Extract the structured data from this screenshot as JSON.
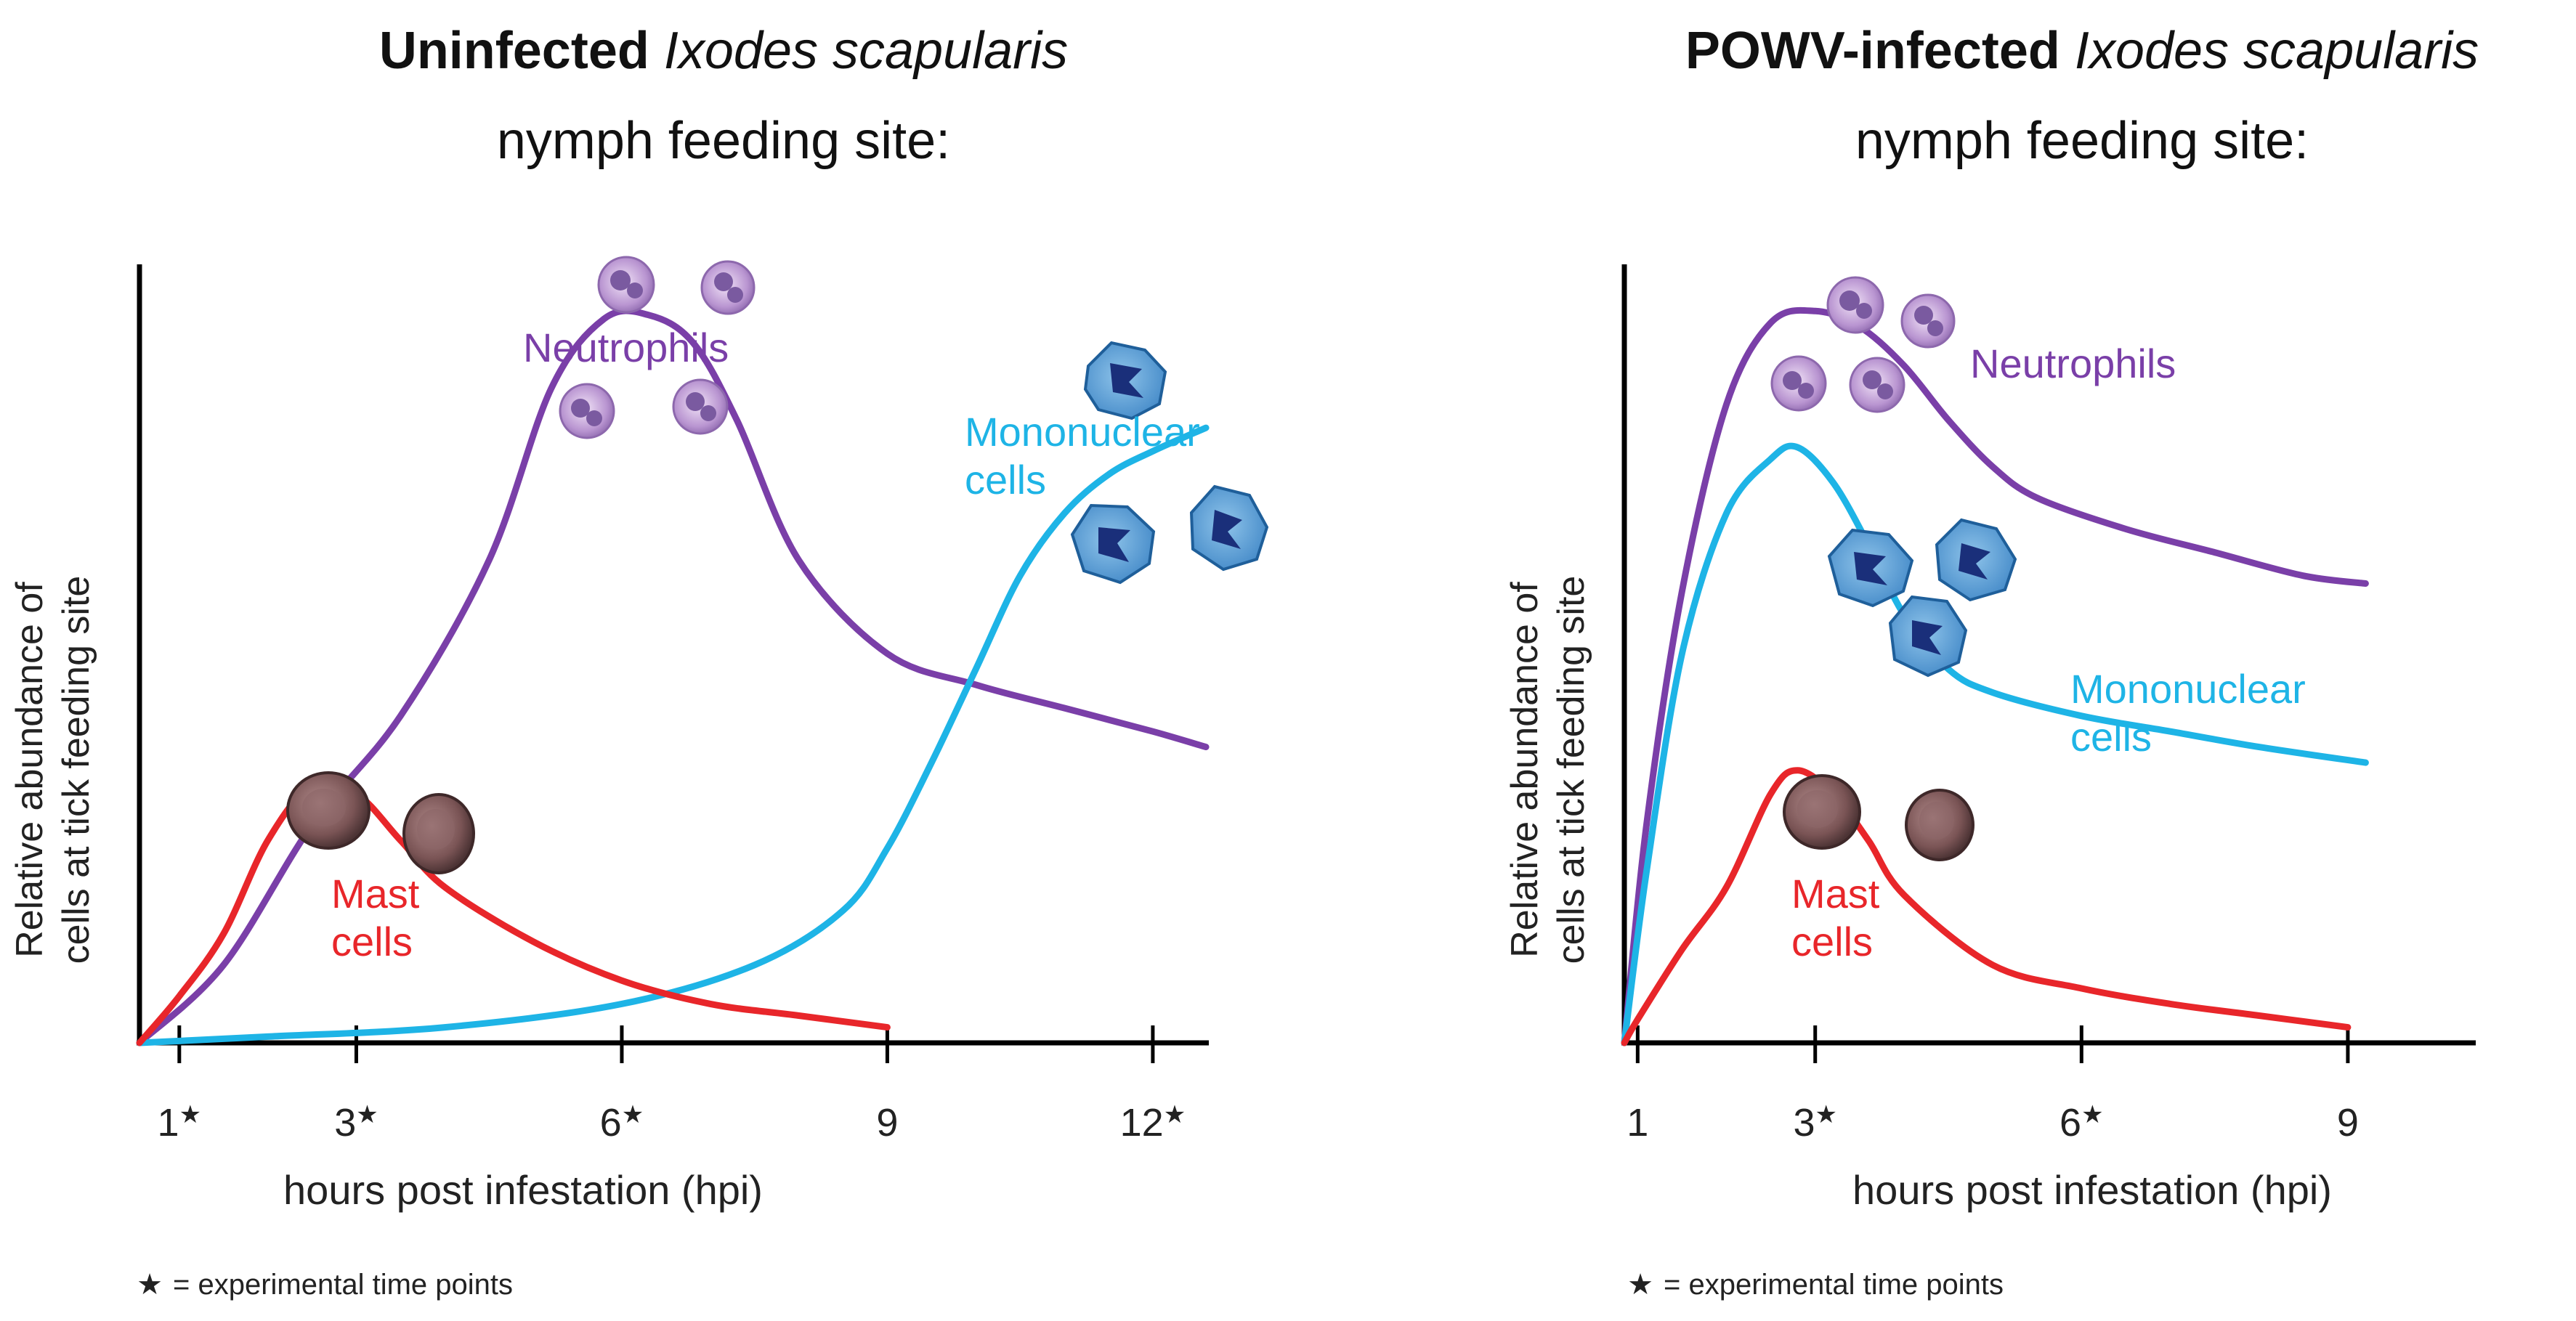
{
  "figure": {
    "footnote": "= experimental time points",
    "star_symbol": "★"
  },
  "chart_data": [
    {
      "type": "line",
      "title_bold": "Uninfected",
      "title_italic": "Ixodes scapularis",
      "subtitle": "nymph feeding site:",
      "ylabel_line1": "Relative abundance of",
      "ylabel_line2": "cells at tick feeding site",
      "xlabel": "hours post infestation (hpi)",
      "xlim": [
        0.55,
        12.6
      ],
      "ylim": [
        0,
        1
      ],
      "ticks": [
        {
          "value": 1,
          "label": "1",
          "star": true
        },
        {
          "value": 3,
          "label": "3",
          "star": true
        },
        {
          "value": 6,
          "label": "6",
          "star": true
        },
        {
          "value": 9,
          "label": "9",
          "star": false
        },
        {
          "value": 12,
          "label": "12",
          "star": true
        }
      ],
      "series": [
        {
          "name": "Neutrophils",
          "color": "#7a3fa8",
          "x": [
            0.55,
            1.5,
            2.5,
            3.5,
            4.5,
            5.2,
            5.8,
            6.3,
            6.8,
            7.3,
            8.0,
            9.0,
            10.0,
            11.0,
            12.0,
            12.6
          ],
          "y": [
            0.0,
            0.1,
            0.28,
            0.42,
            0.62,
            0.84,
            0.93,
            0.935,
            0.9,
            0.8,
            0.62,
            0.5,
            0.46,
            0.43,
            0.4,
            0.38
          ]
        },
        {
          "name": "Mononuclear cells",
          "color": "#1eb4e6",
          "x": [
            0.55,
            2.0,
            4.0,
            6.0,
            7.5,
            8.5,
            9.0,
            9.5,
            10.0,
            10.5,
            11.0,
            11.5,
            12.0,
            12.6
          ],
          "y": [
            0.0,
            0.008,
            0.02,
            0.05,
            0.1,
            0.17,
            0.25,
            0.36,
            0.48,
            0.6,
            0.68,
            0.73,
            0.76,
            0.79
          ]
        },
        {
          "name": "Mast cells",
          "color": "#e8262a",
          "x": [
            0.55,
            1.0,
            1.5,
            2.0,
            2.5,
            3.0,
            3.5,
            4.0,
            5.0,
            6.0,
            7.0,
            8.0,
            9.0
          ],
          "y": [
            0.0,
            0.06,
            0.14,
            0.26,
            0.33,
            0.32,
            0.26,
            0.2,
            0.13,
            0.08,
            0.05,
            0.035,
            0.02
          ]
        }
      ],
      "labels": [
        {
          "series": 0,
          "lines": [
            "Neutrophils"
          ]
        },
        {
          "series": 1,
          "lines": [
            "Mononuclear",
            "cells"
          ]
        },
        {
          "series": 2,
          "lines": [
            "Mast",
            "cells"
          ]
        }
      ]
    },
    {
      "type": "line",
      "title_bold": "POWV-infected",
      "title_italic": "Ixodes scapularis",
      "subtitle": "nymph feeding site:",
      "ylabel_line1": "Relative abundance of",
      "ylabel_line2": "cells at tick feeding site",
      "xlabel": "hours post infestation (hpi)",
      "xlim": [
        0.85,
        9.95
      ],
      "ylim": [
        0,
        1
      ],
      "ticks": [
        {
          "value": 1,
          "label": "1",
          "star": false
        },
        {
          "value": 3,
          "label": "3",
          "star": true
        },
        {
          "value": 6,
          "label": "6",
          "star": true
        },
        {
          "value": 9,
          "label": "9",
          "star": false
        }
      ],
      "series": [
        {
          "name": "Neutrophils",
          "color": "#7a3fa8",
          "x": [
            0.85,
            1.1,
            1.5,
            2.0,
            2.5,
            3.0,
            3.5,
            4.0,
            4.5,
            5.0,
            5.5,
            6.5,
            7.5,
            8.5,
            9.2
          ],
          "y": [
            0.0,
            0.28,
            0.58,
            0.82,
            0.925,
            0.94,
            0.92,
            0.87,
            0.8,
            0.74,
            0.7,
            0.66,
            0.63,
            0.6,
            0.59
          ]
        },
        {
          "name": "Mononuclear cells",
          "color": "#1eb4e6",
          "x": [
            0.85,
            1.1,
            1.5,
            2.0,
            2.5,
            2.8,
            3.2,
            3.6,
            4.0,
            4.5,
            5.0,
            6.0,
            7.0,
            8.0,
            9.2
          ],
          "y": [
            0.0,
            0.22,
            0.5,
            0.68,
            0.75,
            0.765,
            0.72,
            0.64,
            0.55,
            0.48,
            0.45,
            0.42,
            0.4,
            0.38,
            0.36
          ]
        },
        {
          "name": "Mast cells",
          "color": "#e8262a",
          "x": [
            0.85,
            1.0,
            1.5,
            2.0,
            2.5,
            2.8,
            3.2,
            3.6,
            4.0,
            5.0,
            6.0,
            7.0,
            8.0,
            9.0
          ],
          "y": [
            0.0,
            0.03,
            0.12,
            0.2,
            0.32,
            0.35,
            0.32,
            0.26,
            0.19,
            0.1,
            0.07,
            0.05,
            0.035,
            0.02
          ]
        }
      ],
      "labels": [
        {
          "series": 0,
          "lines": [
            "Neutrophils"
          ]
        },
        {
          "series": 1,
          "lines": [
            "Mononuclear",
            "cells"
          ]
        },
        {
          "series": 2,
          "lines": [
            "Mast",
            "cells"
          ]
        }
      ]
    }
  ]
}
